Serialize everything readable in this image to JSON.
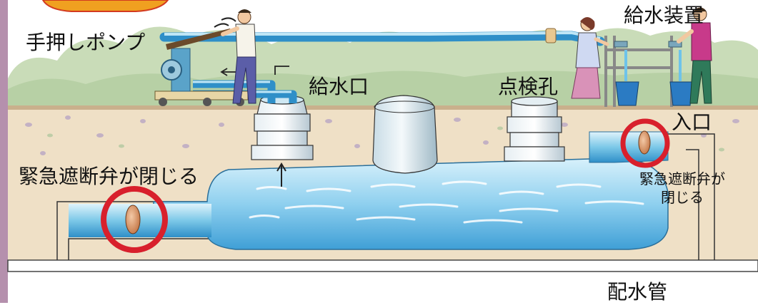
{
  "labels": {
    "hand_pump": "手押しポンプ",
    "supply_device": "給水装置",
    "supply_port": "給水口",
    "inspection_hole": "点検孔",
    "inlet": "入口",
    "valve_closes_left": "緊急遮断弁が閉じる",
    "valve_closes_right_line1": "緊急遮断弁が",
    "valve_closes_right_line2": "閉じる",
    "water_main": "配水管"
  },
  "icons": [
    "hand-pump-icon",
    "person-icon",
    "bucket-icon",
    "faucet-icon",
    "valve-icon",
    "manhole-icon",
    "arrow-icon"
  ],
  "colors": {
    "side_bar": "#b590ad",
    "banner": "#f0a020",
    "ground": "#efe0c6",
    "ground_top": "#c9b08c",
    "trees": "#c5d8b4",
    "water_light": "#bfe6f6",
    "water_dark": "#3a9fd7",
    "pipe": "#7cc8e8",
    "highlight_ring": "#d8202c",
    "valve": "#d9905e"
  }
}
